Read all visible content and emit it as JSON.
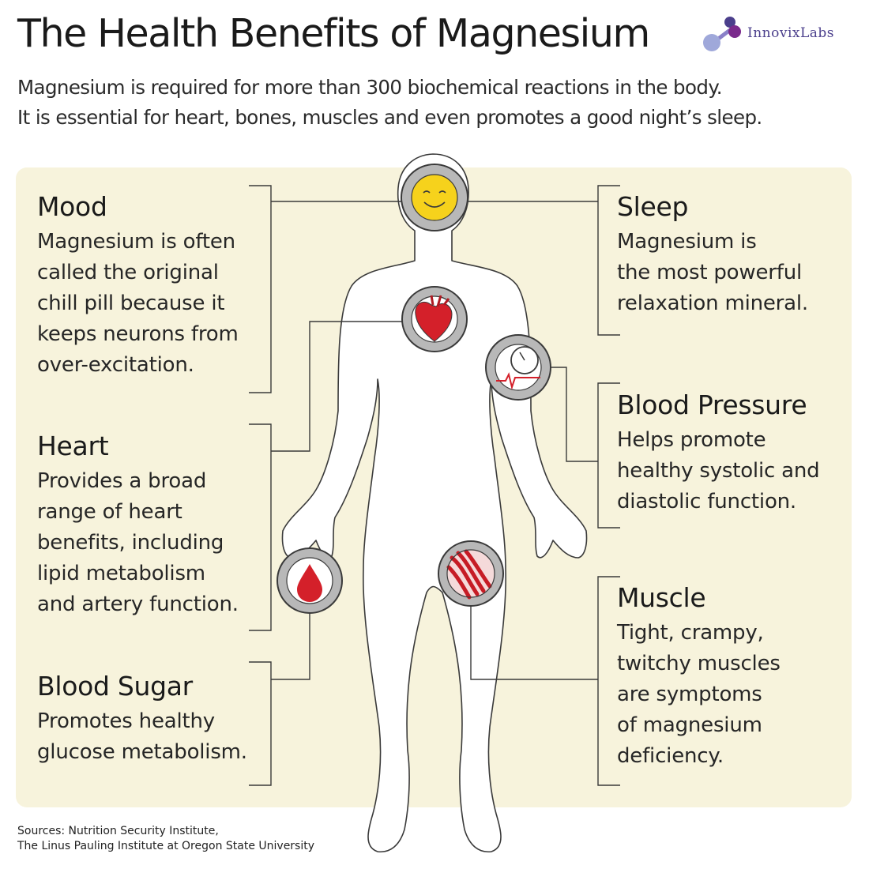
{
  "header": {
    "title": "The Health Benefits of Magnesium",
    "subtitle_lines": [
      "Magnesium is required for more than 300 biochemical reactions in the body.",
      "It is essential for heart, bones, muscles and even promotes a good night’s sleep."
    ]
  },
  "logo": {
    "text": "InnovixLabs"
  },
  "benefits": {
    "mood": {
      "title": "Mood",
      "lines": [
        "Magnesium is often",
        "called the original",
        "chill pill because it",
        "keeps neurons from",
        "over-excitation."
      ]
    },
    "heart": {
      "title": "Heart",
      "lines": [
        "Provides a broad",
        "range of heart",
        "benefits, including",
        "lipid metabolism",
        "and artery function."
      ]
    },
    "blood_sugar": {
      "title": "Blood Sugar",
      "lines": [
        "Promotes healthy",
        "glucose metabolism."
      ]
    },
    "sleep": {
      "title": "Sleep",
      "lines": [
        "Magnesium is",
        "the most powerful",
        "relaxation mineral."
      ]
    },
    "blood_pressure": {
      "title": "Blood Pressure",
      "lines": [
        "Helps promote",
        "healthy systolic and",
        "diastolic function."
      ]
    },
    "muscle": {
      "title": "Muscle",
      "lines": [
        "Tight, crampy,",
        "twitchy muscles",
        "are symptoms",
        "of magnesium",
        "deficiency."
      ]
    }
  },
  "sources_lines": [
    "Sources: Nutrition Security Institute,",
    "The Linus Pauling Institute at Oregon State University"
  ],
  "icons": [
    "smiley-face-icon",
    "heart-icon",
    "blood-pressure-gauge-icon",
    "blood-drop-icon",
    "muscle-fiber-icon"
  ],
  "colors": {
    "panel": "#f7f3dc",
    "icon_ring": "#b8b8b8",
    "icon_outline": "#3a3a3a",
    "red": "#d4202a",
    "smiley": "#f6d21c",
    "logo": "#4b3f8c"
  }
}
